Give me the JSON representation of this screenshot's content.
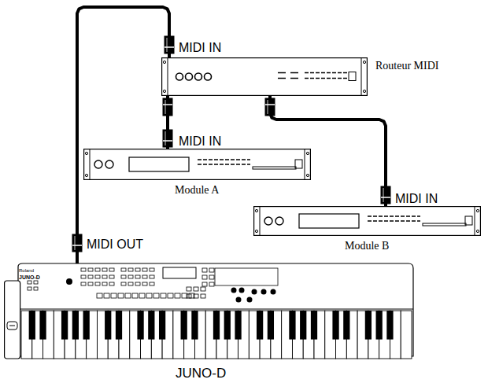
{
  "diagram": {
    "nodes": [
      {
        "text": [
          "Routeur MIDI"
        ]
      },
      {
        "text": [
          "Module A"
        ]
      },
      {
        "text": [
          "Module B"
        ]
      },
      {
        "text": [
          "JUNO-D"
        ]
      }
    ],
    "edges": [
      {
        "from": 3,
        "to": 0,
        "arrow": "none"
      },
      {
        "from": 0,
        "to": 1,
        "arrow": "none"
      },
      {
        "from": 0,
        "to": 2,
        "arrow": "none"
      }
    ],
    "labels": [
      "MIDI IN",
      "MIDI IN",
      "MIDI IN",
      "MIDI OUT",
      "Roland",
      "JUNO-D"
    ]
  }
}
